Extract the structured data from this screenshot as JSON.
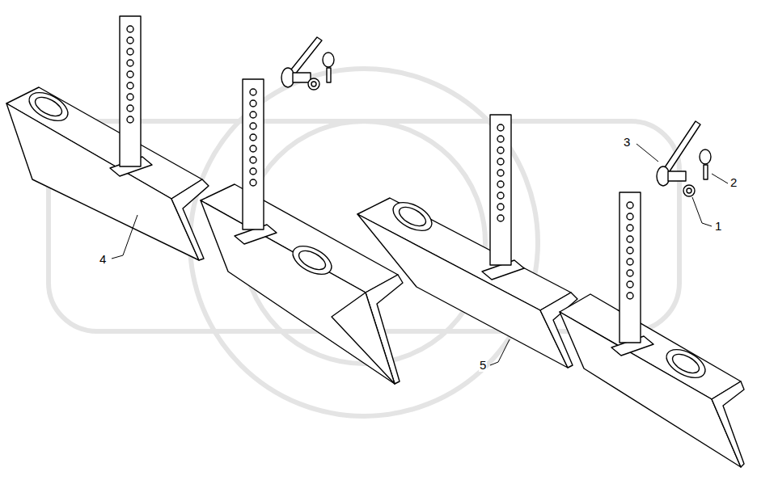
{
  "diagram": {
    "labels": [
      "3",
      "2",
      "1",
      "4",
      "5"
    ]
  }
}
